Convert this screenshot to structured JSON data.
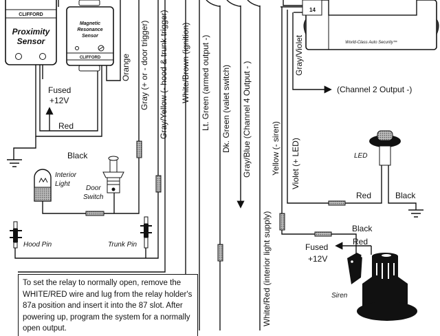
{
  "diagram": {
    "title": "Clifford alarm wiring diagram",
    "components": {
      "proximity_sensor": {
        "brand": "CLIFFORD",
        "line1": "Proximity",
        "line2": "Sensor"
      },
      "magnetic_sensor": {
        "brand": "CLIFFORD",
        "line1": "Magnetic",
        "line2": "Resonance",
        "line3": "Sensor"
      },
      "control_module": {
        "connector_pin": "14",
        "tagline": "World-Class Auto Security™"
      },
      "interior_light": {
        "line1": "Interior",
        "line2": "Light"
      },
      "door_switch": {
        "line1": "Door",
        "line2": "Switch"
      },
      "hood_pin": "Hood Pin",
      "trunk_pin": "Trunk Pin",
      "led": "LED",
      "siren": "Siren"
    },
    "wires": {
      "orange": "Orange",
      "fused_left_1": "Fused",
      "fused_left_2": "+12V",
      "red_left": "Red",
      "black_left": "Black",
      "gray": "Gray (+ or - door trigger)",
      "gray_yellow": "Gray/Yellow (- hood & trunk trigger)",
      "white_brown": "White/Brown (ignition)",
      "lt_green": "Lt. Green (armed output -)",
      "dk_green": "Dk. Green (valet switch)",
      "gray_blue": "Gray/Blue (Channel 4 Output - )",
      "white_red": "White/Red (interior light supply)",
      "yellow": "Yellow  (- siren)",
      "violet": "Violet  (+ LED)",
      "gray_violet": "Gray/Violet",
      "channel2": "(Channel 2 Output -)",
      "led_red": "Red",
      "led_black": "Black",
      "siren_black": "Black",
      "siren_red": "Red",
      "fused_right_1": "Fused",
      "fused_right_2": "+12V"
    },
    "note_lines": [
      "To set the relay to normally open, remove the",
      "WHITE/RED wire and lug from the relay holder's",
      "87a position and insert it into the 87 slot. After",
      "powering up, program the system for a normally",
      "open output."
    ]
  }
}
